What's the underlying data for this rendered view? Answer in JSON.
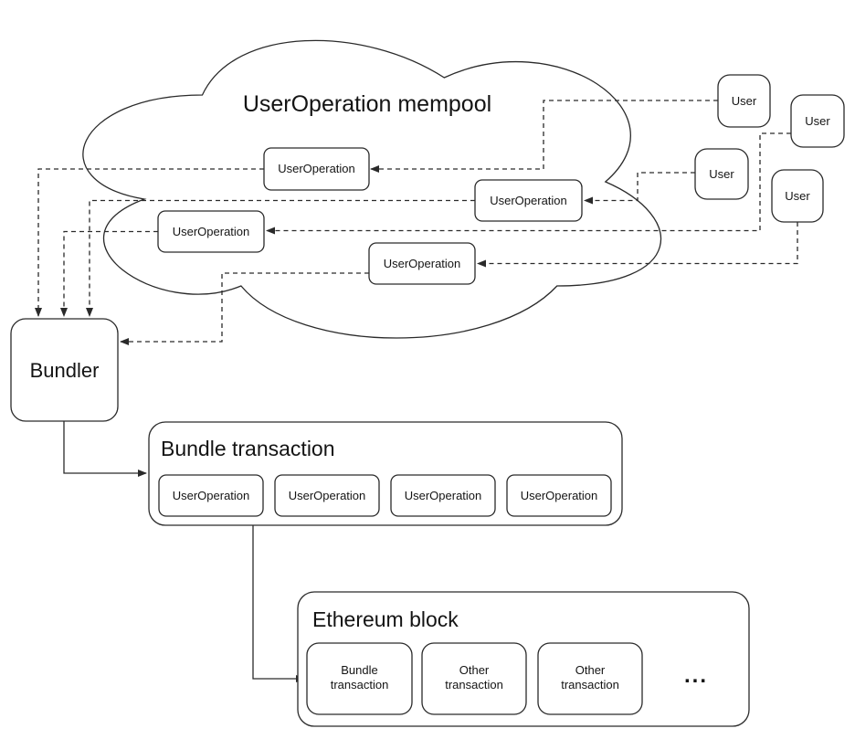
{
  "canvas": {
    "background_color": "#ffffff",
    "stroke_color": "#2a2a2a",
    "text_color": "#141414",
    "line_styles": {
      "user_flow": "dashed",
      "bundle_flow": "solid"
    }
  },
  "mempool": {
    "title": "UserOperation mempool",
    "operations": [
      {
        "label": "UserOperation"
      },
      {
        "label": "UserOperation"
      },
      {
        "label": "UserOperation"
      },
      {
        "label": "UserOperation"
      }
    ]
  },
  "users": [
    {
      "label": "User"
    },
    {
      "label": "User"
    },
    {
      "label": "User"
    },
    {
      "label": "User"
    }
  ],
  "bundler": {
    "label": "Bundler"
  },
  "bundle_transaction": {
    "title": "Bundle transaction",
    "operations": [
      {
        "label": "UserOperation"
      },
      {
        "label": "UserOperation"
      },
      {
        "label": "UserOperation"
      },
      {
        "label": "UserOperation"
      }
    ]
  },
  "ethereum_block": {
    "title": "Ethereum block",
    "transactions": [
      {
        "line1": "Bundle",
        "line2": "transaction"
      },
      {
        "line1": "Other",
        "line2": "transaction"
      },
      {
        "line1": "Other",
        "line2": "transaction"
      }
    ],
    "ellipsis": "..."
  }
}
